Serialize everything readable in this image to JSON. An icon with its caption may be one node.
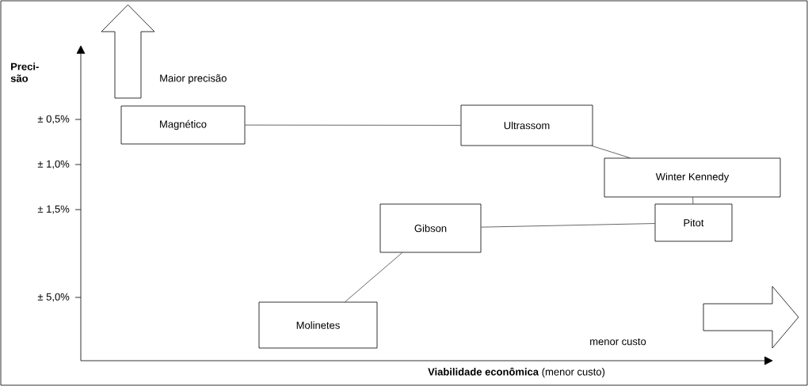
{
  "diagram": {
    "nodes": [
      {
        "text": [
          "Magnético"
        ]
      },
      {
        "text": [
          "Ultrassom"
        ]
      },
      {
        "text": [
          "Winter Kennedy"
        ]
      },
      {
        "text": [
          "Gibson"
        ]
      },
      {
        "text": [
          "Pitot"
        ]
      },
      {
        "text": [
          "Molinetes"
        ]
      }
    ],
    "edges": [
      {
        "from": 0,
        "to": 1,
        "arrow": "none"
      },
      {
        "from": 1,
        "to": 2,
        "arrow": "none"
      },
      {
        "from": 2,
        "to": 4,
        "arrow": "none"
      },
      {
        "from": 3,
        "to": 4,
        "arrow": "none"
      },
      {
        "from": 5,
        "to": 3,
        "arrow": "none"
      }
    ],
    "labels": [
      "Preci- são",
      "Maior precisão",
      "± 0,5%",
      "± 1,0%",
      "± 1,5%",
      "± 5,0%",
      "menor custo",
      "**Viabilidade econômica** (menor custo)"
    ]
  }
}
